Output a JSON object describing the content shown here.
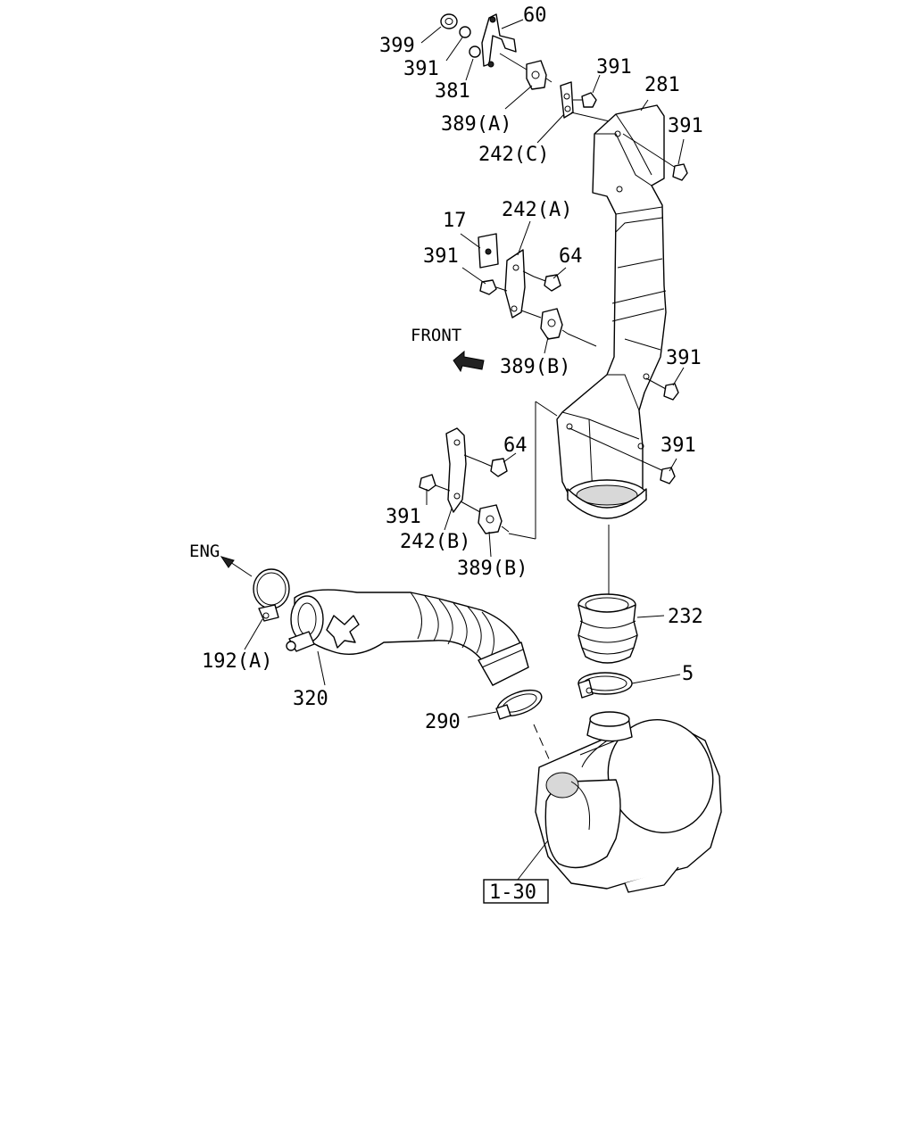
{
  "callouts": {
    "c399": "399",
    "c60": "60",
    "c391a": "391",
    "c381": "381",
    "c389A": "389(A)",
    "c391b": "391",
    "c281": "281",
    "c391c": "391",
    "c242C": "242(C)",
    "c17": "17",
    "c242A": "242(A)",
    "c391d": "391",
    "c64a": "64",
    "c389B1": "389(B)",
    "c391e": "391",
    "c64b": "64",
    "c391f": "391",
    "c391g": "391",
    "c242B": "242(B)",
    "c389B2": "389(B)",
    "c192A": "192(A)",
    "c320": "320",
    "c232": "232",
    "c5": "5",
    "c290": "290",
    "c130": "1-30"
  },
  "directions": {
    "front": "FRONT",
    "eng": "ENG"
  }
}
